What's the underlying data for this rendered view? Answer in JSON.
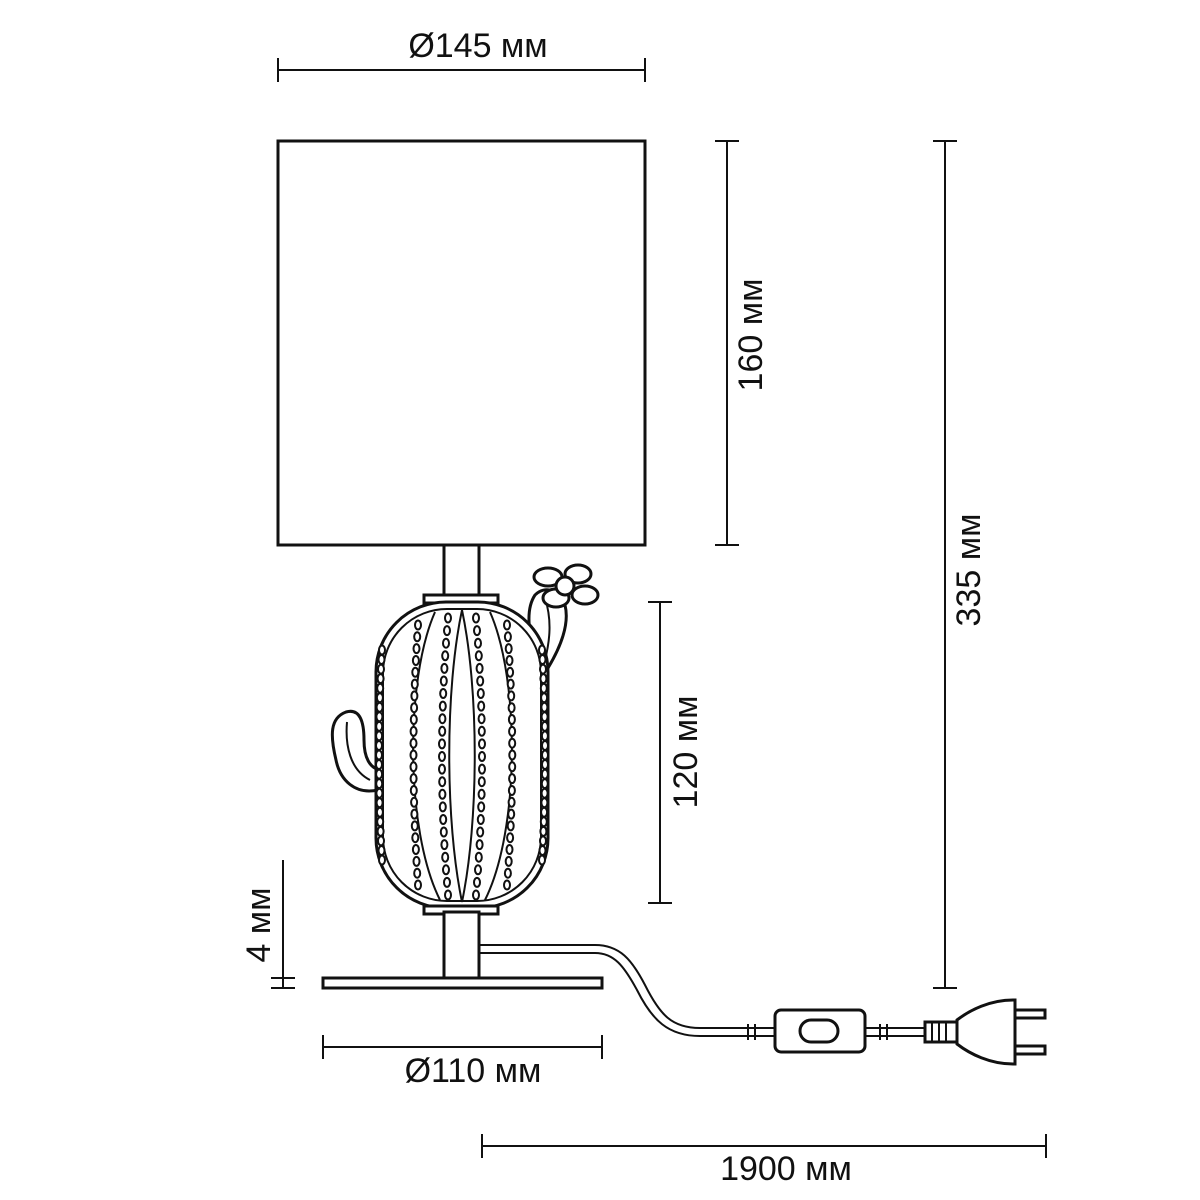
{
  "dimensions": {
    "shade_diameter": "Ø145 мм",
    "shade_height": "160 мм",
    "total_height": "335 мм",
    "body_height": "120 мм",
    "base_thickness": "4 мм",
    "base_diameter": "Ø110 мм",
    "cord_length": "1900 мм"
  },
  "colors": {
    "line": "#111111",
    "background": "#ffffff"
  }
}
